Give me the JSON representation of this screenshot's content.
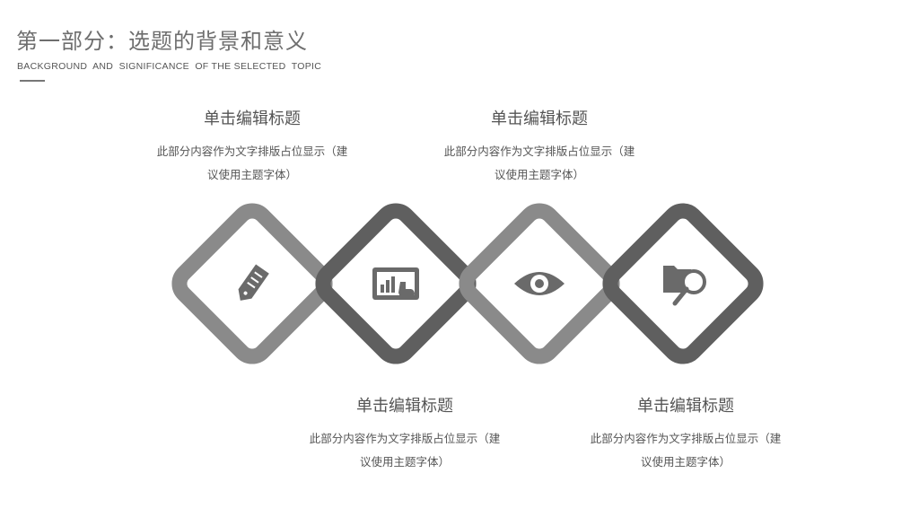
{
  "header": {
    "title": "第一部分：选题的背景和意义",
    "subtitle": "BACKGROUND  AND  SIGNIFICANCE  OF THE SELECTED  TOPIC"
  },
  "blocks": [
    {
      "title": "单击编辑标题",
      "desc_line1": "此部分内容作为文字排版占位显示（建",
      "desc_line2": "议使用主题字体）"
    },
    {
      "title": "单击编辑标题",
      "desc_line1": "此部分内容作为文字排版占位显示（建",
      "desc_line2": "议使用主题字体）"
    },
    {
      "title": "单击编辑标题",
      "desc_line1": "此部分内容作为文字排版占位显示（建",
      "desc_line2": "议使用主题字体）"
    },
    {
      "title": "单击编辑标题",
      "desc_line1": "此部分内容作为文字排版占位显示（建",
      "desc_line2": "议使用主题字体）"
    }
  ],
  "diamonds": [
    {
      "icon": "tag-icon",
      "color": "#8a8a8a"
    },
    {
      "icon": "presentation-chart-icon",
      "color": "#5f5f5f"
    },
    {
      "icon": "eye-icon",
      "color": "#8a8a8a"
    },
    {
      "icon": "folder-search-icon",
      "color": "#5f5f5f"
    }
  ],
  "colors": {
    "icon": "#6a6a6a",
    "text": "#555555"
  }
}
